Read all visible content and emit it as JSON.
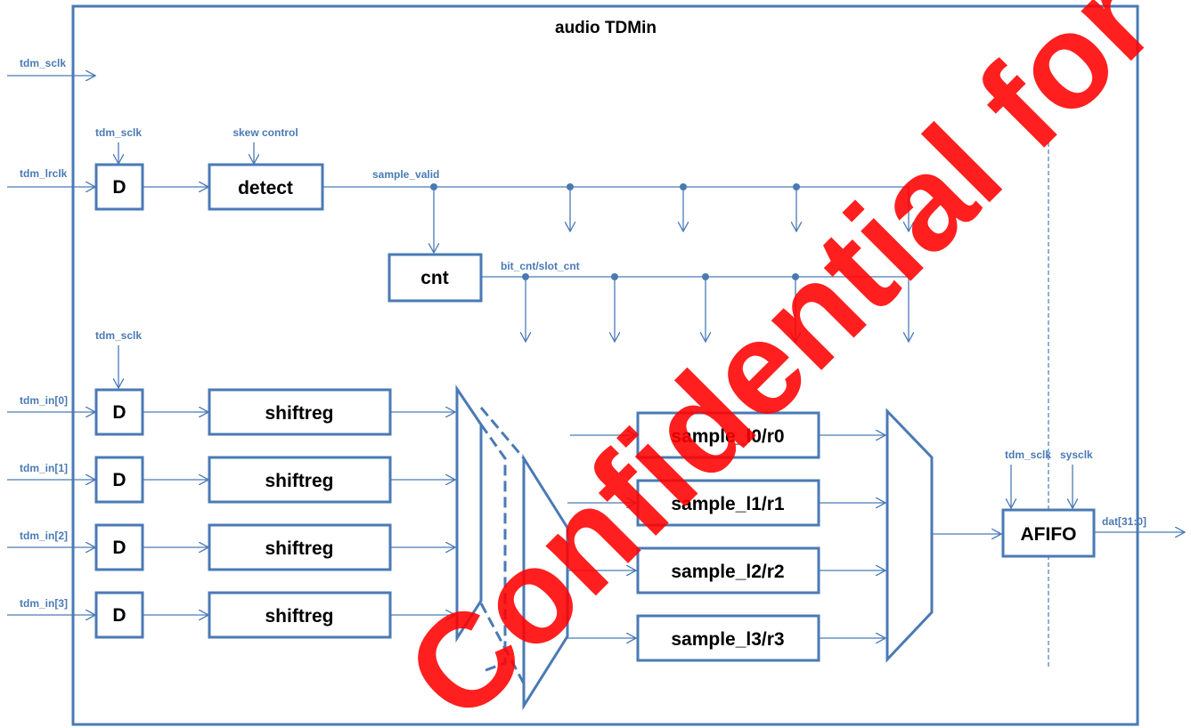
{
  "title": "audio TDMin",
  "signals": {
    "tdm_sclk_in": "tdm_sclk",
    "tdm_lrclk": "tdm_lrclk",
    "tdm_sclk_d": "tdm_sclk",
    "skew_control": "skew control",
    "sample_valid": "sample_valid",
    "bit_slot_cnt": "bit_cnt/slot_cnt",
    "tdm_sclk_data": "tdm_sclk",
    "tdm_in": [
      "tdm_in[0]",
      "tdm_in[1]",
      "tdm_in[2]",
      "tdm_in[3]"
    ],
    "tdm_sclk_afifo": "tdm_sclk",
    "sysclk": "sysclk",
    "dat_out": "dat[31:0]"
  },
  "blocks": {
    "d_lrclk": "D",
    "detect": "detect",
    "cnt": "cnt",
    "d_in": [
      "D",
      "D",
      "D",
      "D"
    ],
    "shiftreg": [
      "shiftreg",
      "shiftreg",
      "shiftreg",
      "shiftreg"
    ],
    "samples": [
      "sample_l0/r0",
      "sample_l1/r1",
      "sample_l2/r2",
      "sample_l3/r3"
    ],
    "afifo": "AFIFO"
  },
  "watermark": "Confidential for Wesion!",
  "colors": {
    "line": "#4a7ab5",
    "watermark": "#ff0000"
  }
}
